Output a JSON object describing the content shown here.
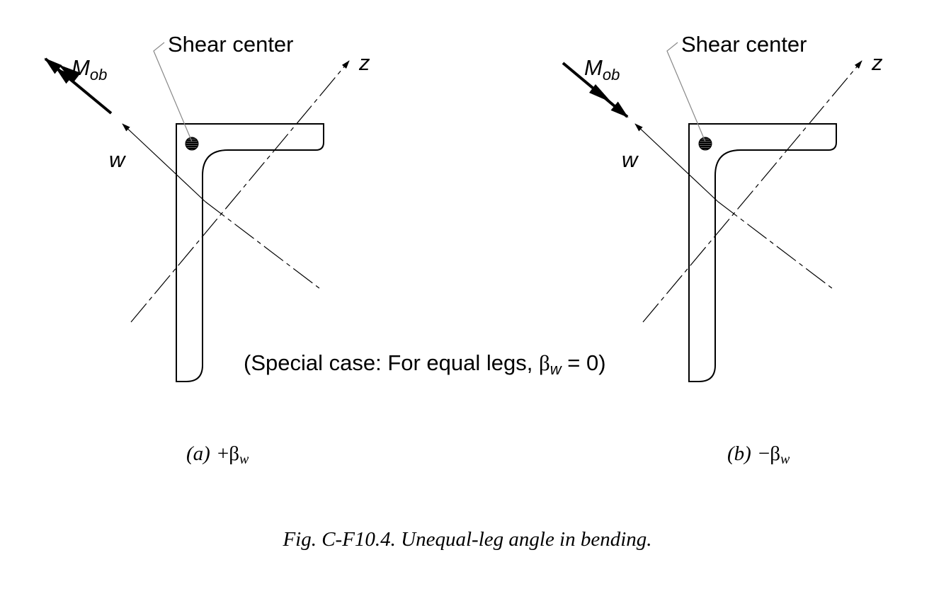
{
  "left_panel": {
    "label_shear_center": "Shear center",
    "label_moment_main": "M",
    "label_moment_sub": "ob",
    "label_w": "w",
    "label_z": "z",
    "caption_prefix": "(a)",
    "caption_sign": "+",
    "caption_beta": "β",
    "caption_beta_sub": "w"
  },
  "right_panel": {
    "label_shear_center": "Shear center",
    "label_moment_main": "M",
    "label_moment_sub": "ob",
    "label_w": "w",
    "label_z": "z",
    "caption_prefix": "(b)",
    "caption_sign": "−",
    "caption_beta": "β",
    "caption_beta_sub": "w"
  },
  "note": {
    "part1": "(Special case: For equal legs, ",
    "beta": "β",
    "beta_sub": "w",
    "part2": " = 0)"
  },
  "figure_caption": "Fig. C-F10.4.  Unequal-leg angle in bending."
}
